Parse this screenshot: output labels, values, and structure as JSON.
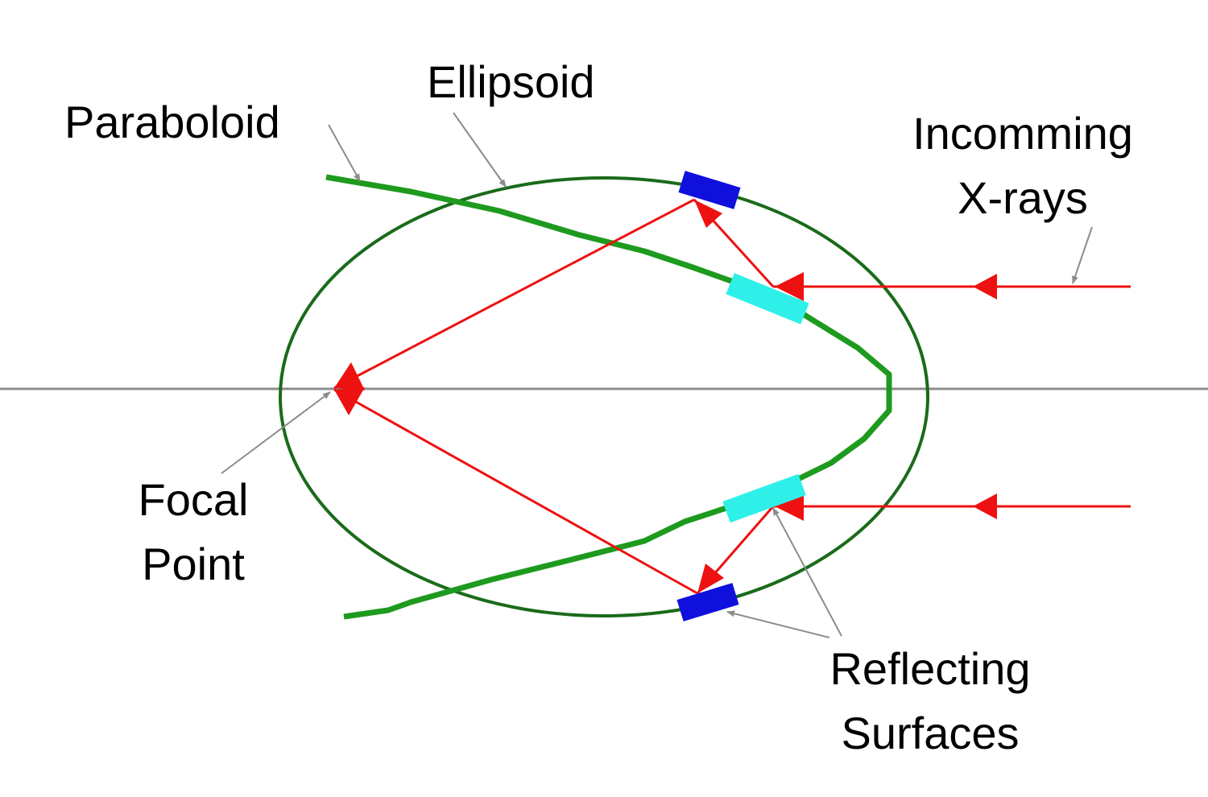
{
  "labels": {
    "paraboloid": "Paraboloid",
    "ellipsoid": "Ellipsoid",
    "incoming_line1": "Incomming",
    "incoming_line2": "X-rays",
    "focal_line1": "Focal",
    "focal_line2": "Point",
    "reflecting_line1": "Reflecting",
    "reflecting_line2": "Surfaces"
  },
  "colors": {
    "axis": "#8c8c8c",
    "ellipse": "#1a6b1a",
    "paraboloid": "#1e9a1e",
    "ray": "#ee1111",
    "paraboloid_mirror": "#2ef0e8",
    "ellipsoid_mirror": "#1010dd",
    "pointer": "#8c8c8c"
  }
}
